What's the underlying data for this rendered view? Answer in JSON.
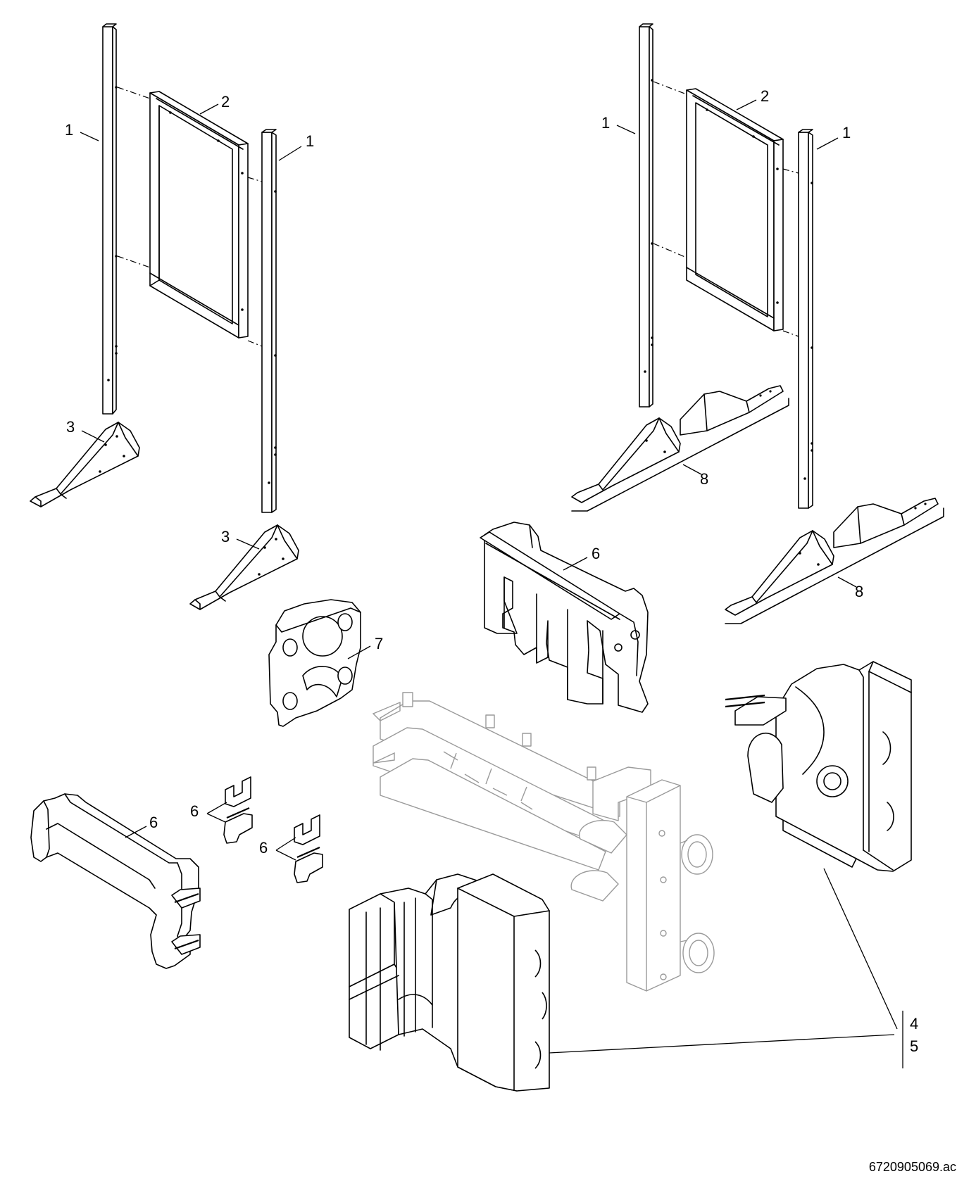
{
  "callouts": {
    "frame_left_upright_a": "1",
    "frame_left_panel": "2",
    "frame_left_upright_b": "1",
    "frame_right_upright_a": "1",
    "frame_right_panel": "2",
    "frame_right_upright_b": "1",
    "foot_left_a": "3",
    "foot_left_b": "3",
    "foot_pair_right_a": "8",
    "foot_pair_right_b": "8",
    "insulation_top": "6",
    "insulation_plate": "7",
    "insulation_left_shell": "6",
    "clip_a": "6",
    "clip_b": "6",
    "insulation_set_4": "4",
    "insulation_set_5": "5"
  },
  "drawing_code": "6720905069.ac"
}
